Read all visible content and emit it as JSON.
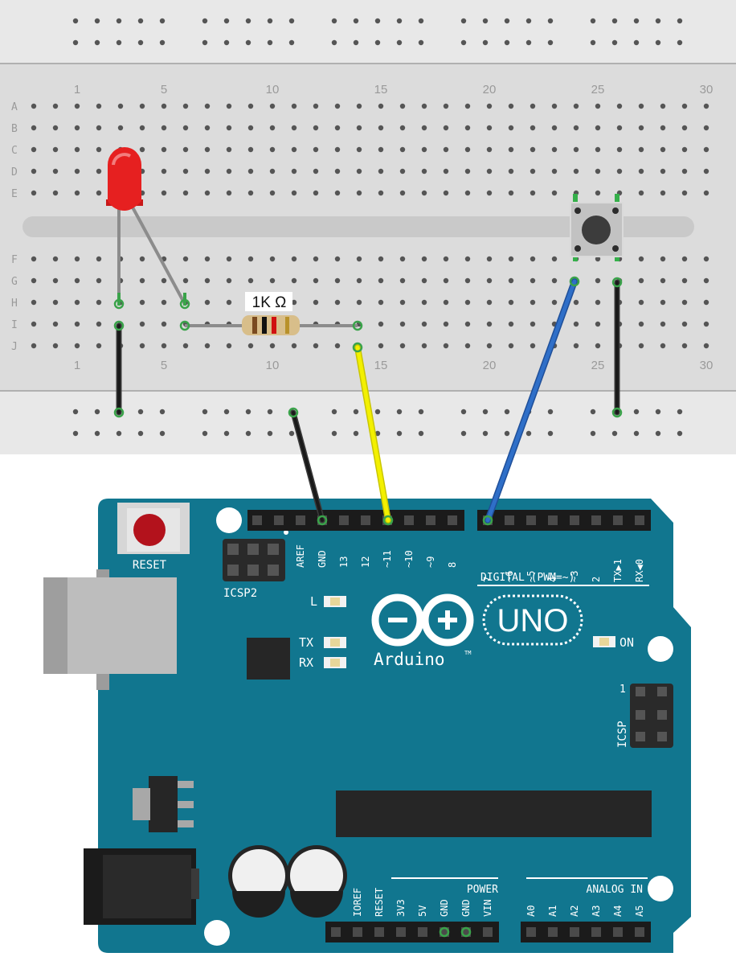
{
  "breadboard": {
    "row_letters_top": [
      "A",
      "B",
      "C",
      "D",
      "E"
    ],
    "row_letters_bottom": [
      "F",
      "G",
      "H",
      "I",
      "J"
    ],
    "column_numbers": [
      "1",
      "5",
      "10",
      "15",
      "20",
      "25",
      "30"
    ]
  },
  "components": {
    "resistor_label": "1K Ω"
  },
  "arduino": {
    "reset_label": "RESET",
    "icsp2_label": "ICSP2",
    "icsp_label": "ICSP",
    "icsp_pin1": "1",
    "digital_header_label": "DIGITAL (PWM=~)",
    "digital_pins_left": [
      "AREF",
      "GND",
      "13",
      "12",
      "~11",
      "~10",
      "~9",
      "8"
    ],
    "digital_pins_right": [
      "7",
      "~6",
      "~5",
      "4",
      "~3",
      "2",
      "TX▶1",
      "RX◀0"
    ],
    "led_l": "L",
    "led_tx": "TX",
    "led_rx": "RX",
    "led_on": "ON",
    "brand": "Arduino",
    "trademark": "TM",
    "model": "UNO",
    "power_header_label": "POWER",
    "power_pins": [
      "IOREF",
      "RESET",
      "3V3",
      "5V",
      "GND",
      "GND",
      "VIN"
    ],
    "analog_header_label": "ANALOG IN",
    "analog_pins": [
      "A0",
      "A1",
      "A2",
      "A3",
      "A4",
      "A5"
    ]
  },
  "colors": {
    "breadboard": "#dcdcdc",
    "breadboard_hole": "#555555",
    "board": "#11768f",
    "wire_black": "#1a1a1a",
    "wire_yellow": "#f3f000",
    "wire_blue": "#2f6fc8",
    "led_red": "#e62020",
    "highlight_green": "#3aa34a"
  }
}
